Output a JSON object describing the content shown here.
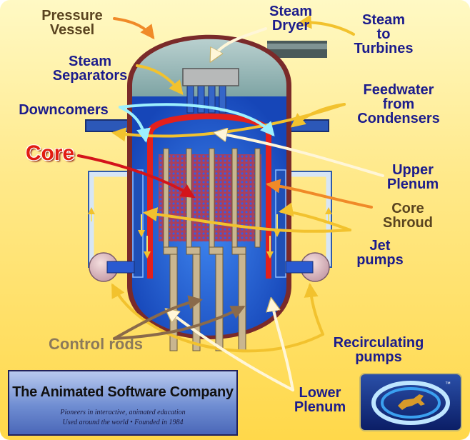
{
  "labels": {
    "pressure_vessel": "Pressure\nVessel",
    "steam_dryer": "Steam\nDryer",
    "steam_to_turbines": "Steam\nto\nTurbines",
    "steam_separators": "Steam\nSeparators",
    "feedwater": "Feedwater\nfrom\nCondensers",
    "downcomers": "Downcomers",
    "core": "Core",
    "upper_plenum": "Upper\nPlenum",
    "core_shroud": "Core\nShroud",
    "jet_pumps": "Jet\npumps",
    "control_rods": "Control rods",
    "recirculating_pumps": "Recirculating\npumps",
    "lower_plenum": "Lower\nPlenum"
  },
  "logo": {
    "company_name": "The Animated Software Company",
    "tagline_1": "Pioneers in interactive, animated education",
    "tagline_2": "Used around the world • Founded in 1984"
  },
  "colors": {
    "background": "#ffe98a",
    "vessel_wall": "#7a2a2a",
    "water": "#1f5fd8",
    "steam": "#8fb0b0",
    "core_fuel": "#b03a5a",
    "arrow_yellow": "#f2c22e",
    "arrow_cream": "#fff6d8",
    "arrow_orange": "#f08a28",
    "arrow_cyan": "#9cf0ff",
    "arrow_red": "#d4141a",
    "arrow_brown": "#8a6a4a",
    "label_navy": "#1c1c8c"
  }
}
